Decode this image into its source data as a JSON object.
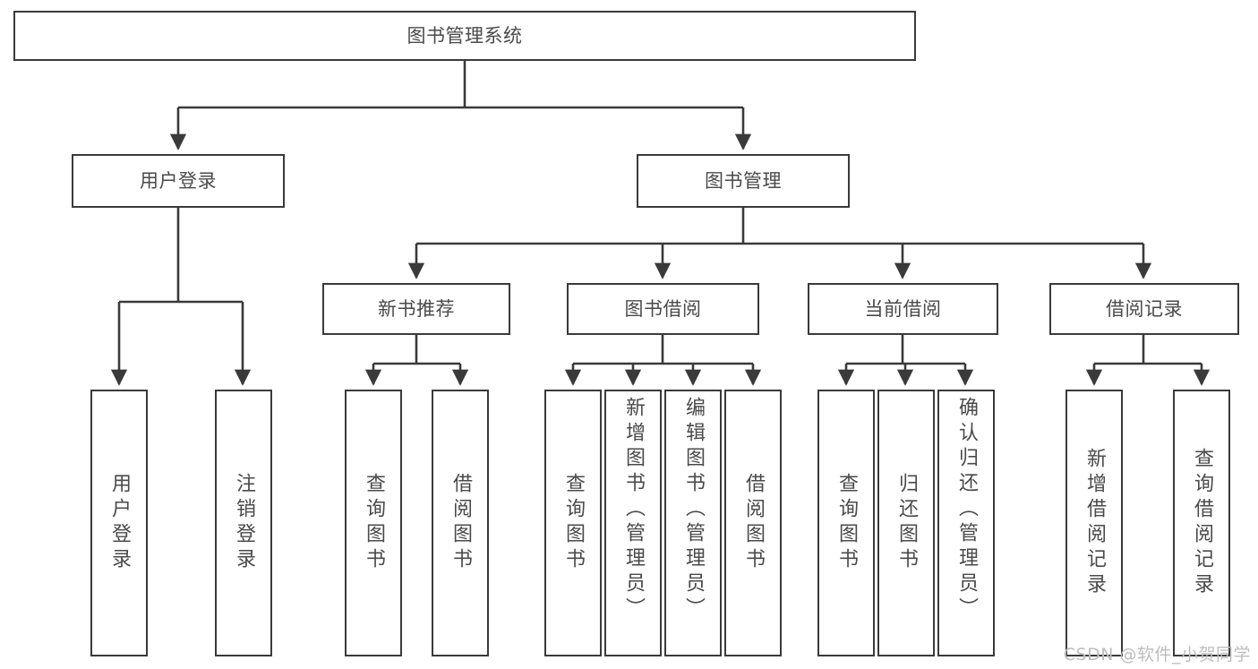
{
  "diagram": {
    "type": "tree",
    "title": "图书管理系统",
    "stroke_color": "#3a3a3a",
    "text_color": "#4a4a4a",
    "background": "#ffffff",
    "nodes": {
      "root": {
        "label": "图书管理系统"
      },
      "level2": [
        {
          "id": "user-login",
          "label": "用户登录"
        },
        {
          "id": "book-manage",
          "label": "图书管理"
        }
      ],
      "level3": [
        {
          "id": "new-book-rec",
          "label": "新书推荐"
        },
        {
          "id": "book-borrow",
          "label": "图书借阅"
        },
        {
          "id": "current-borrow",
          "label": "当前借阅"
        },
        {
          "id": "borrow-record",
          "label": "借阅记录"
        }
      ],
      "leaves": [
        {
          "id": "leaf-user-login",
          "label": "用户登录",
          "parent": "user-login"
        },
        {
          "id": "leaf-logout",
          "label": "注销登录",
          "parent": "user-login"
        },
        {
          "id": "leaf-query-book-1",
          "label": "查询图书",
          "parent": "new-book-rec"
        },
        {
          "id": "leaf-borrow-book-1",
          "label": "借阅图书",
          "parent": "new-book-rec"
        },
        {
          "id": "leaf-query-book-2",
          "label": "查询图书",
          "parent": "book-borrow"
        },
        {
          "id": "leaf-add-book",
          "label": "新增图书（管理员）",
          "parent": "book-borrow"
        },
        {
          "id": "leaf-edit-book",
          "label": "编辑图书（管理员）",
          "parent": "book-borrow"
        },
        {
          "id": "leaf-borrow-book-2",
          "label": "借阅图书",
          "parent": "book-borrow"
        },
        {
          "id": "leaf-query-book-3",
          "label": "查询图书",
          "parent": "current-borrow"
        },
        {
          "id": "leaf-return-book",
          "label": "归还图书",
          "parent": "current-borrow"
        },
        {
          "id": "leaf-confirm-return",
          "label": "确认归还（管理员）",
          "parent": "current-borrow"
        },
        {
          "id": "leaf-add-record",
          "label": "新增借阅记录",
          "parent": "borrow-record"
        },
        {
          "id": "leaf-query-record",
          "label": "查询借阅记录",
          "parent": "borrow-record"
        }
      ]
    }
  },
  "watermark": {
    "text": "CSDN @软件_小贺同学"
  }
}
